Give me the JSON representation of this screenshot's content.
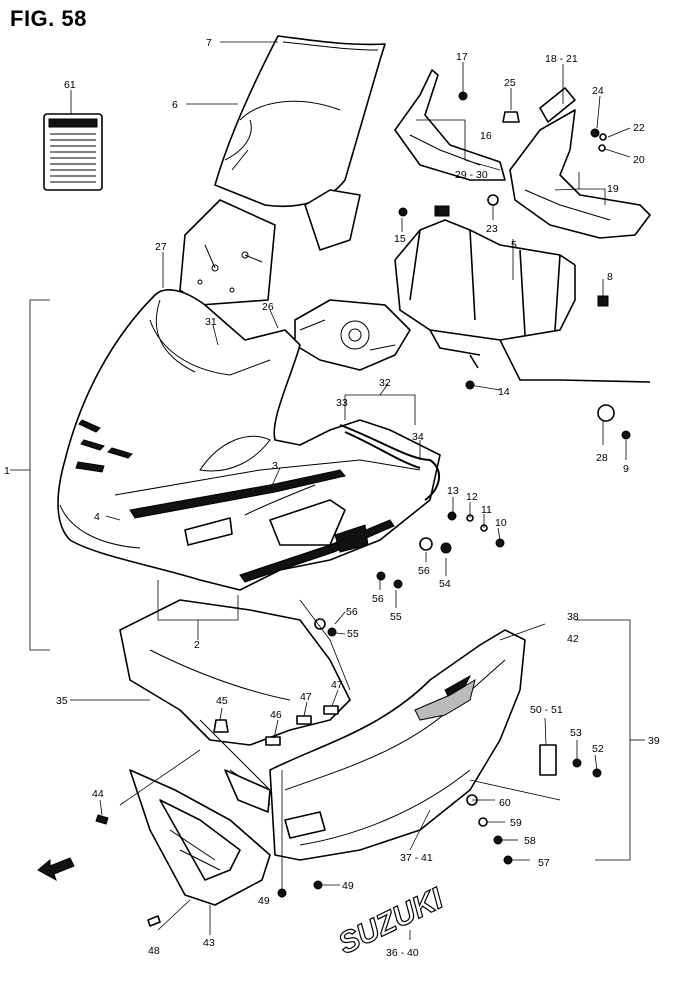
{
  "figure": {
    "title": "FIG. 58"
  },
  "labels": {
    "l1": "1",
    "l2": "2",
    "l3": "3",
    "l4": "4",
    "l5": "5",
    "l6": "6",
    "l7": "7",
    "l8": "8",
    "l9": "9",
    "l10": "10",
    "l11": "11",
    "l12": "12",
    "l13": "13",
    "l14": "14",
    "l15": "15",
    "l16": "16",
    "l17": "17",
    "l18_21": "18 - 21",
    "l19": "19",
    "l20": "20",
    "l22": "22",
    "l23": "23",
    "l24": "24",
    "l25": "25",
    "l26": "26",
    "l27": "27",
    "l28": "28",
    "l29_30": "29 - 30",
    "l31": "31",
    "l32": "32",
    "l33": "33",
    "l34": "34",
    "l35": "35",
    "l36_40": "36 - 40",
    "l37_41": "37 - 41",
    "l38": "38",
    "l39": "39",
    "l42": "42",
    "l43": "43",
    "l44": "44",
    "l45": "45",
    "l46": "46",
    "l47a": "47",
    "l47b": "47",
    "l48": "48",
    "l49a": "49",
    "l49b": "49",
    "l50_51": "50 - 51",
    "l52": "52",
    "l53": "53",
    "l54": "54",
    "l55a": "55",
    "l55b": "55",
    "l56a": "56",
    "l56b": "56",
    "l56c": "56",
    "l57": "57",
    "l58": "58",
    "l59": "59",
    "l60": "60",
    "l61": "61"
  },
  "branding": {
    "under_cowl_logo": "SUZUKI"
  },
  "icons": {
    "front_direction": "front-arrow-icon",
    "caution_label": "caution-label-icon"
  }
}
